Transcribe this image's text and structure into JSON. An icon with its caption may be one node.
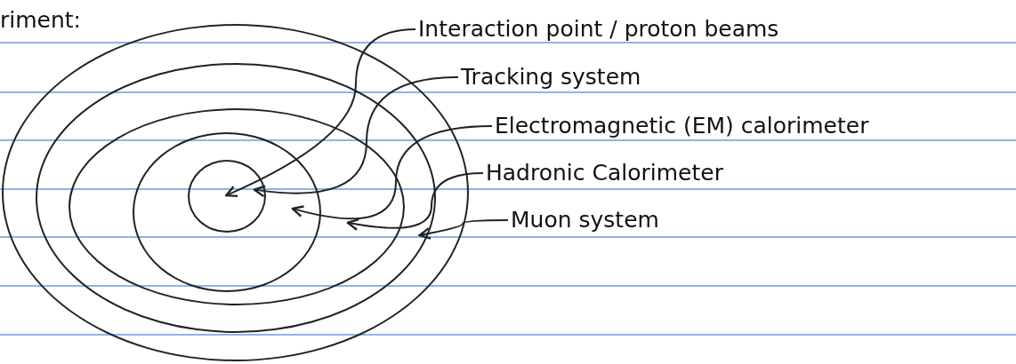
{
  "diagram": {
    "nodes": [
      {
        "text": [],
        "shape": "circle"
      },
      {
        "text": [],
        "shape": "circle",
        "in": 0
      },
      {
        "text": [],
        "shape": "circle",
        "in": 1
      },
      {
        "text": [],
        "shape": "circle",
        "in": 2
      },
      {
        "text": [],
        "shape": "circle",
        "in": 3
      },
      {
        "text": [
          "Interaction point / proton beams"
        ]
      },
      {
        "text": [
          "Tracking system"
        ]
      },
      {
        "text": [
          "Electromagnetic (EM) calorimeter"
        ]
      },
      {
        "text": [
          "Hadronic Calorimeter"
        ]
      },
      {
        "text": [
          "Muon system"
        ]
      }
    ],
    "edges": [
      {
        "from": 5,
        "to": 4,
        "arrow": "to"
      },
      {
        "from": 6,
        "to": 4,
        "arrow": "to"
      },
      {
        "from": 7,
        "to": 3,
        "arrow": "to"
      },
      {
        "from": 8,
        "to": 2,
        "arrow": "to"
      },
      {
        "from": 9,
        "to": 1,
        "arrow": "to"
      }
    ],
    "labels": [
      "riment:"
    ]
  }
}
